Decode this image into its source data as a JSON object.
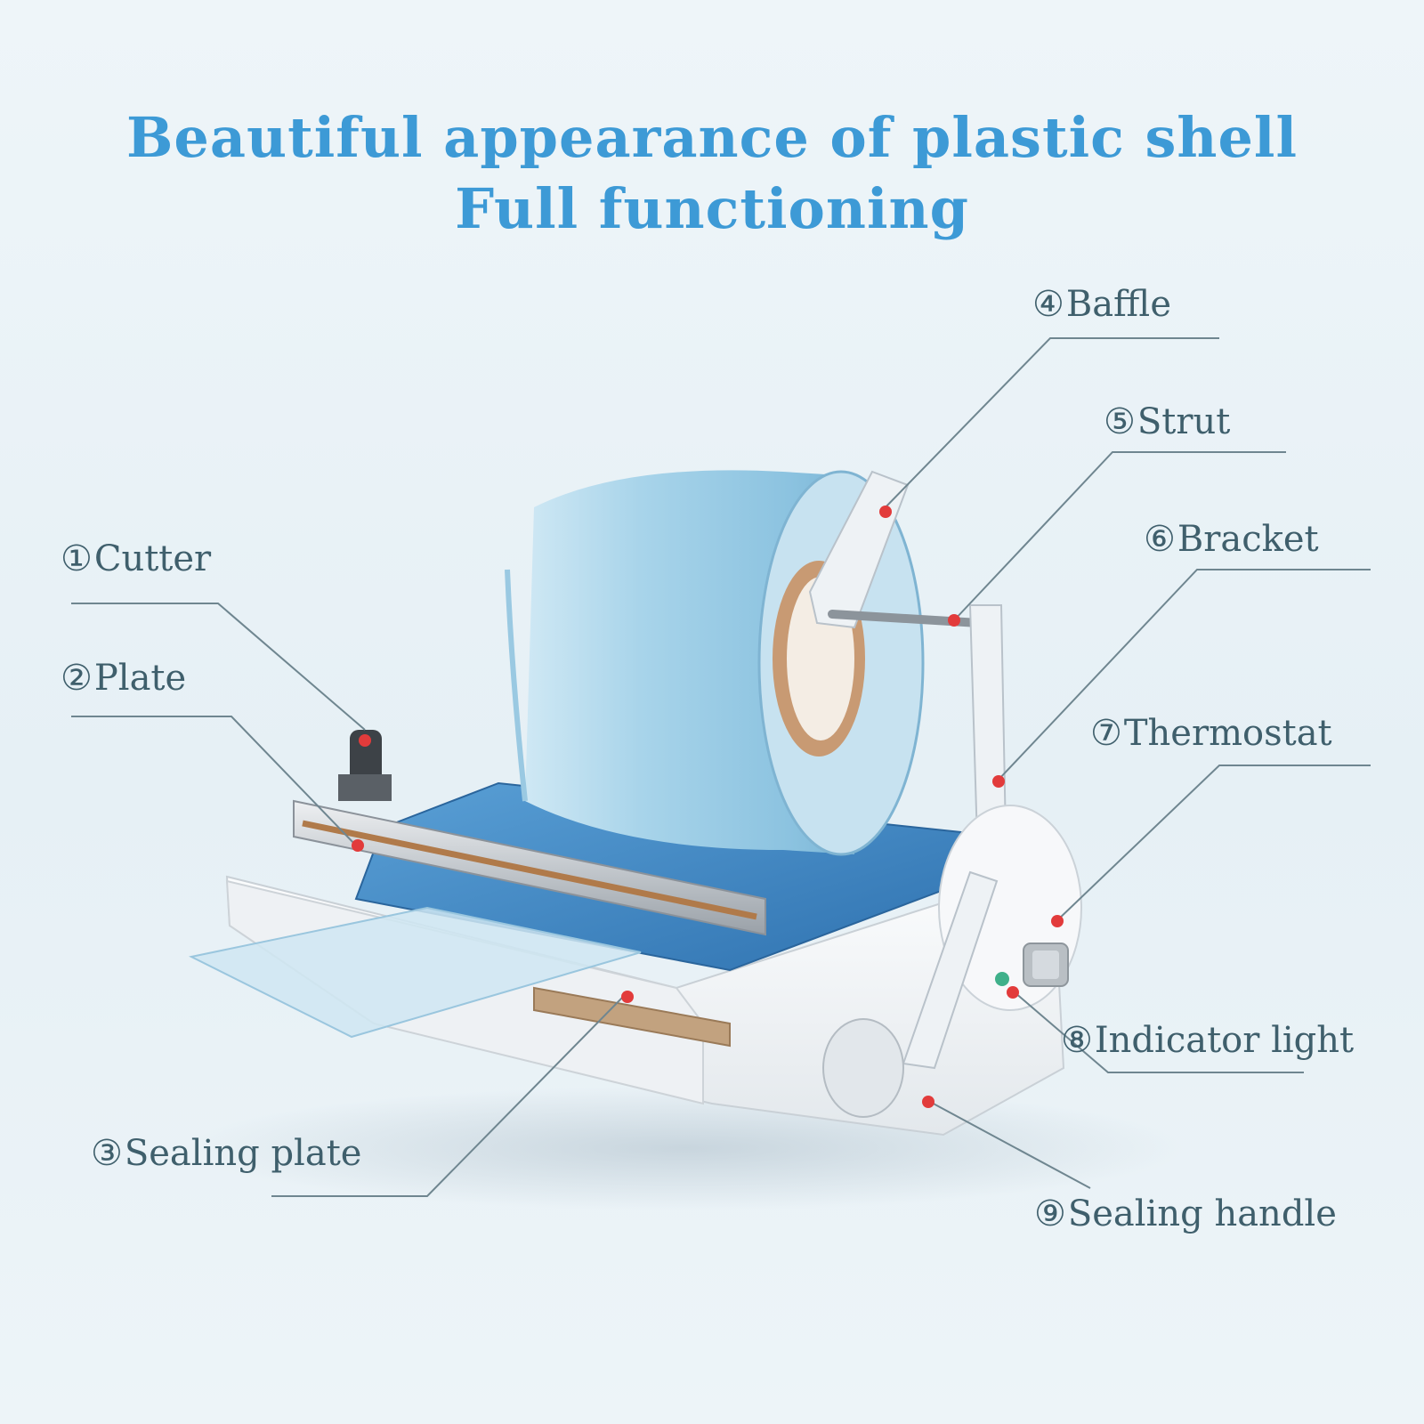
{
  "headline": {
    "line1": "Beautiful appearance of plastic shell",
    "line2": "Full functioning"
  },
  "parts": [
    {
      "num": "①",
      "name": "Cutter"
    },
    {
      "num": "②",
      "name": "Plate"
    },
    {
      "num": "③",
      "name": "Sealing plate"
    },
    {
      "num": "④",
      "name": "Baffle"
    },
    {
      "num": "⑤",
      "name": "Strut"
    },
    {
      "num": "⑥",
      "name": "Bracket"
    },
    {
      "num": "⑦",
      "name": "Thermostat"
    },
    {
      "num": "⑧",
      "name": "Indicator light"
    },
    {
      "num": "⑨",
      "name": "Sealing handle"
    }
  ],
  "colors": {
    "headline": "#3d9ad6",
    "label": "#3f5f6c",
    "marker": "#e23b3b",
    "roll": "#a9d3e9",
    "tray": "#3f86c4",
    "body": "#f4f6f8"
  }
}
